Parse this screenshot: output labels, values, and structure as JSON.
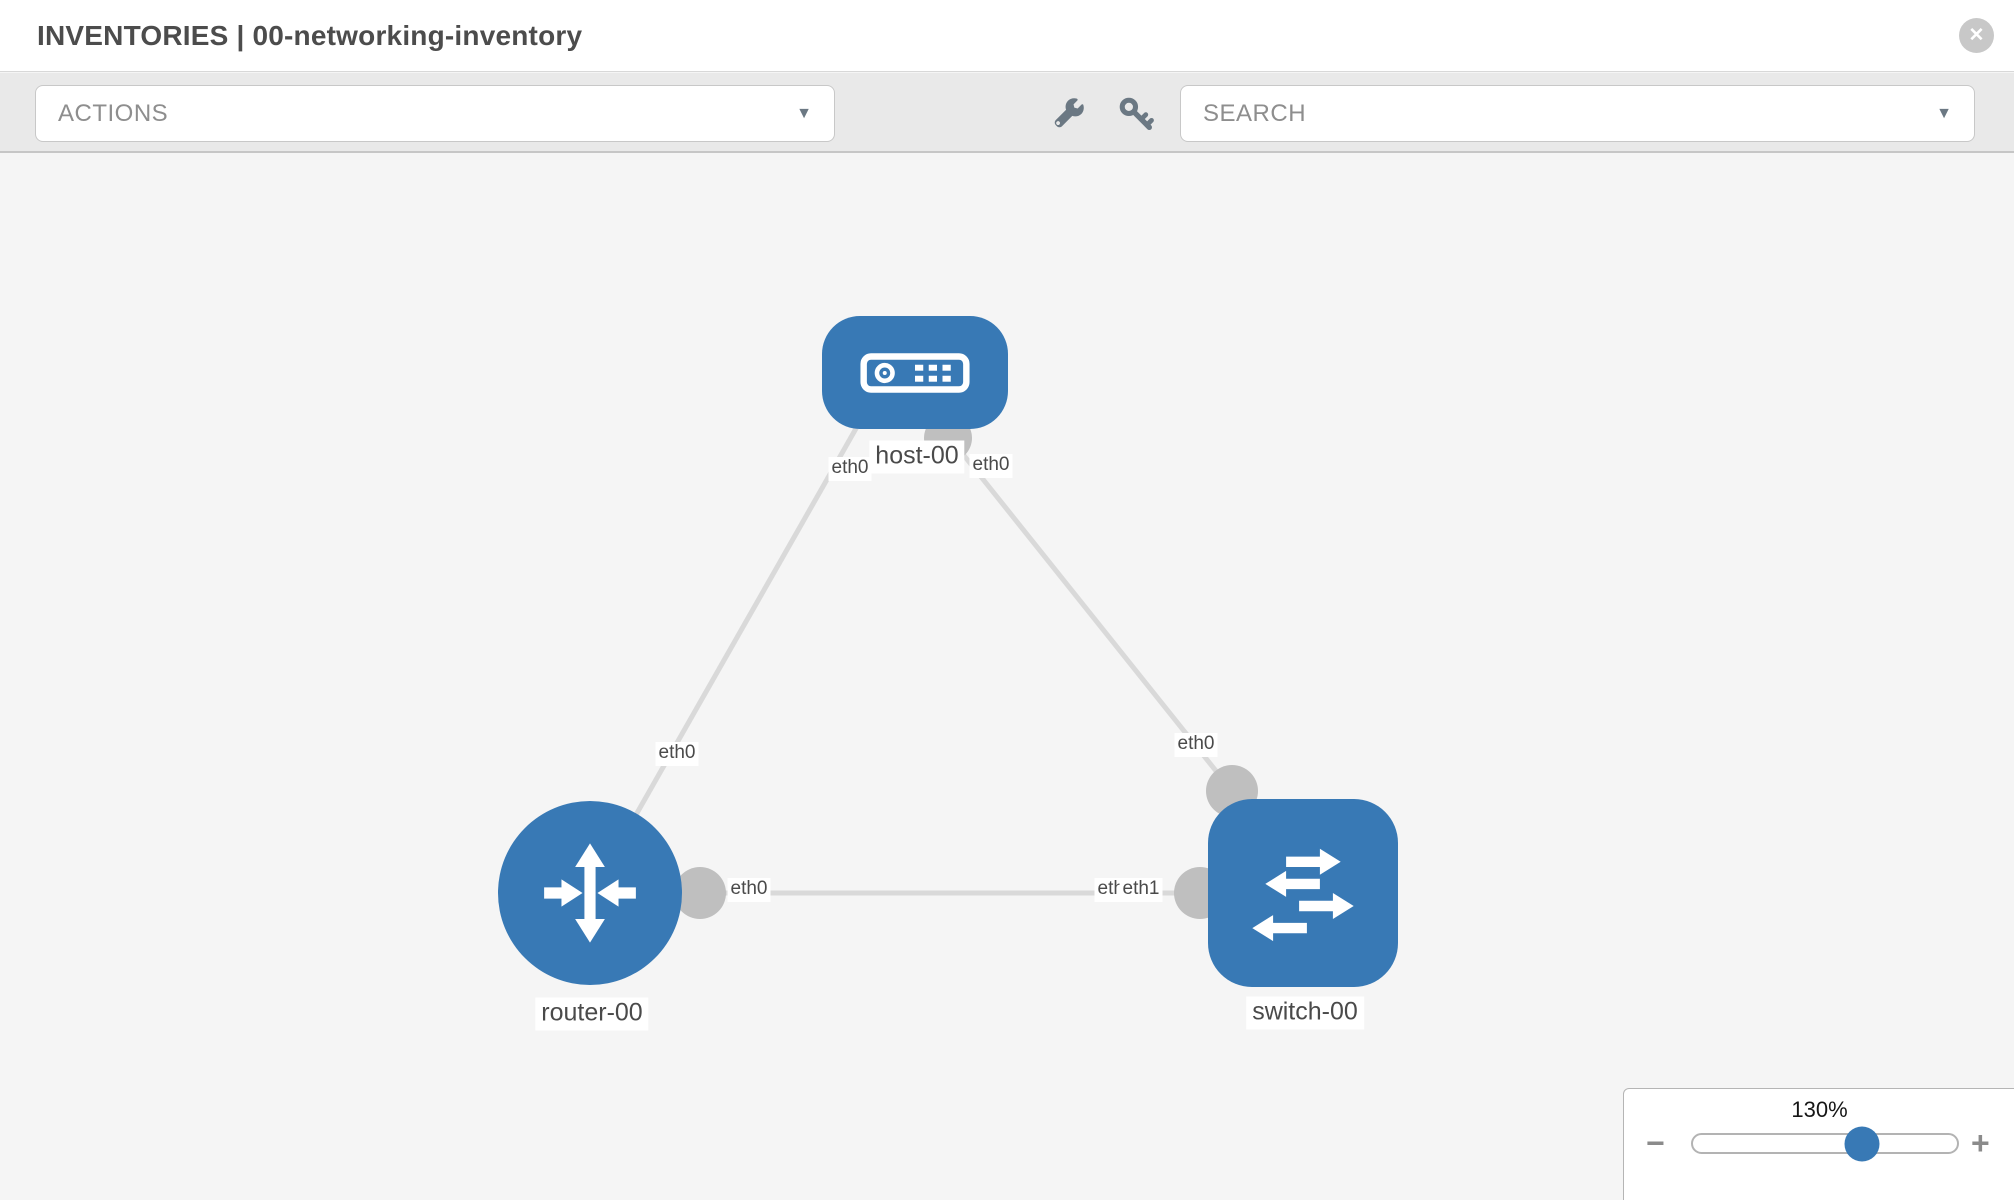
{
  "header": {
    "title": "INVENTORIES | 00-networking-inventory"
  },
  "toolbar": {
    "actions_dropdown": {
      "value": "ACTIONS"
    },
    "search_dropdown": {
      "value": "SEARCH"
    }
  },
  "icons": {
    "close": "✕",
    "dropdown_caret": "▼",
    "wrench": "wrench-icon",
    "key": "key-icon"
  },
  "colors": {
    "node_blue": "#3879b5",
    "link_gray": "#d9d9d9",
    "connector_gray": "#bfbfbf",
    "toolbar_bg": "#e9e9e9",
    "canvas_bg": "#f5f5f5",
    "label_text": "#4a4a4a"
  },
  "topology": {
    "nodes": [
      {
        "id": "host-00",
        "type": "host",
        "label": "host-00"
      },
      {
        "id": "router-00",
        "type": "router",
        "label": "router-00"
      },
      {
        "id": "switch-00",
        "type": "switch",
        "label": "switch-00"
      }
    ],
    "links": [
      {
        "from": "host-00",
        "to": "router-00",
        "labels": [
          "eth0",
          "eth0"
        ]
      },
      {
        "from": "host-00",
        "to": "switch-00",
        "labels": [
          "eth0",
          "eth0"
        ]
      },
      {
        "from": "router-00",
        "to": "switch-00",
        "labels": [
          "eth0",
          "eth0",
          "eth1"
        ]
      }
    ]
  },
  "zoom_control": {
    "level": "130%",
    "minus": "−",
    "plus": "+"
  }
}
